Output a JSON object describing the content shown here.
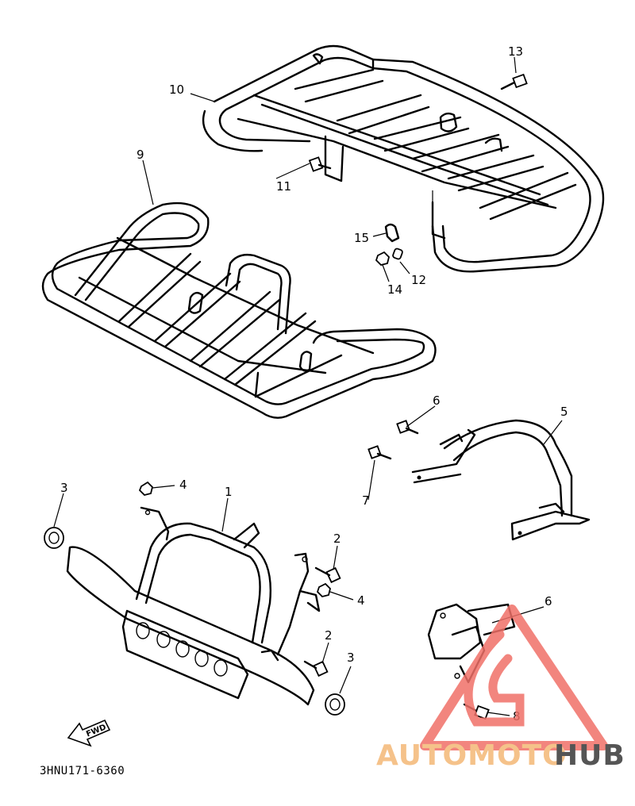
{
  "diagram": {
    "code": "3HNU171-6360",
    "fwd_label": "FWD",
    "callouts": [
      "1",
      "2",
      "2",
      "3",
      "3",
      "4",
      "4",
      "5",
      "6",
      "6",
      "7",
      "8",
      "9",
      "10",
      "11",
      "12",
      "13",
      "14",
      "15"
    ]
  },
  "watermark": {
    "brand_part1": "AUTOMOTO",
    "brand_part2": "HUB",
    "colors": {
      "auto": "#f5c28a",
      "moto": "#f0a8a0",
      "hub": "#555555",
      "triangle": "#f07068"
    }
  }
}
